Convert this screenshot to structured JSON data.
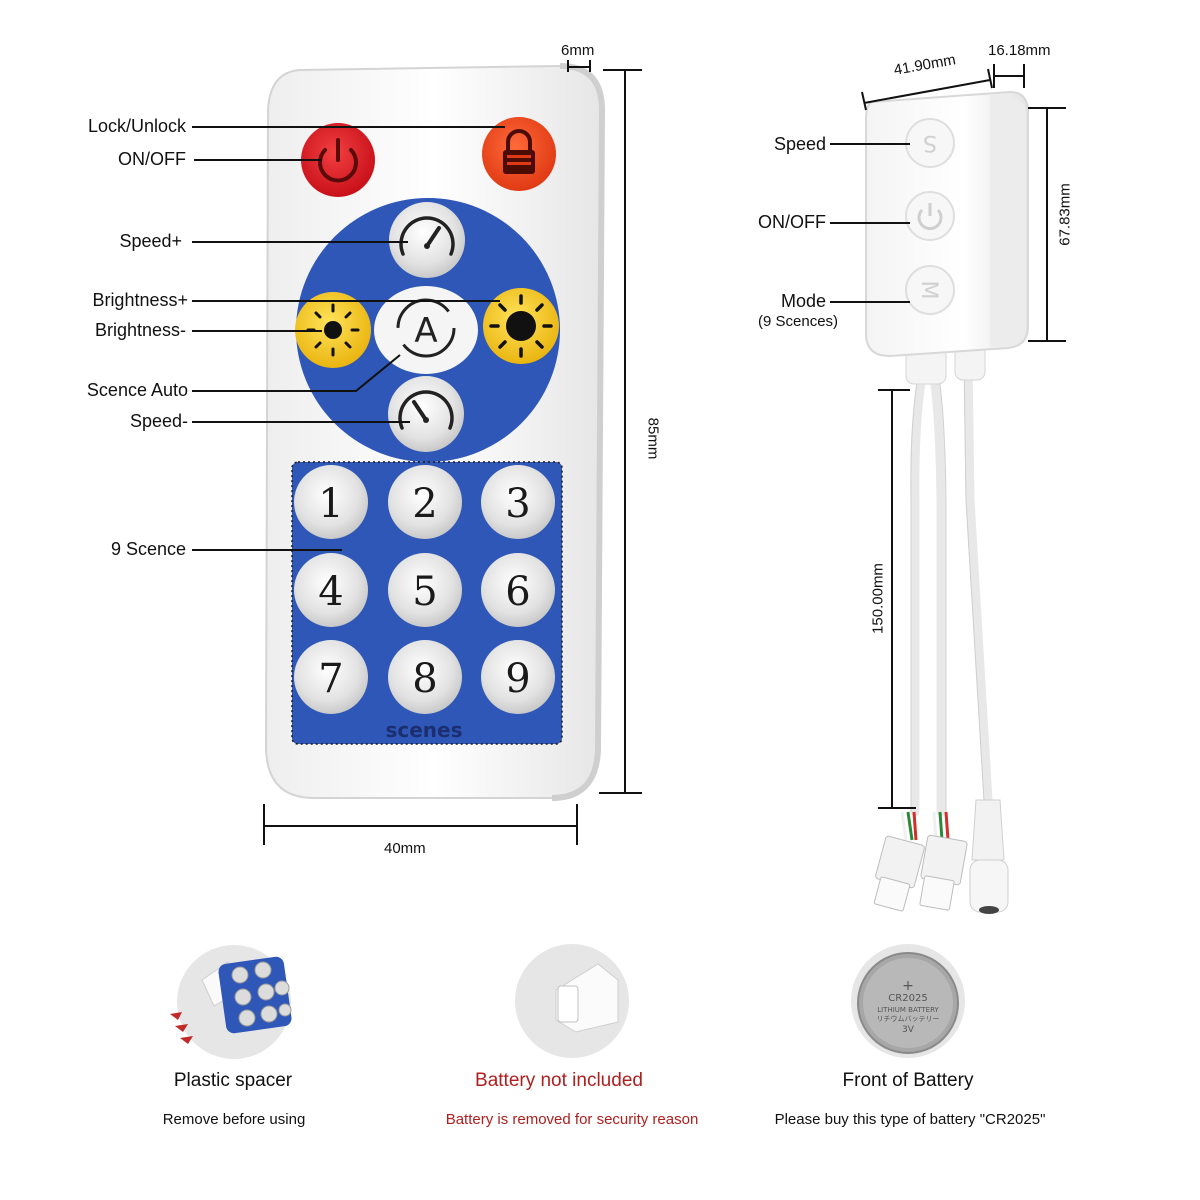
{
  "remote": {
    "labels": {
      "lock": "Lock/Unlock",
      "onoff": "ON/OFF",
      "speed_plus": "Speed+",
      "brightness_plus": "Brightness+",
      "brightness_minus": "Brightness-",
      "scene_auto": "Scence Auto",
      "speed_minus": "Speed-",
      "nine_scene": "9 Scence"
    },
    "keypad": [
      "1",
      "2",
      "3",
      "4",
      "5",
      "6",
      "7",
      "8",
      "9"
    ],
    "keypad_caption": "scenes",
    "auto_button_letter": "A",
    "dims": {
      "thickness": "6mm",
      "length": "85mm",
      "width": "40mm"
    },
    "colors": {
      "blue": "#2e57b8",
      "red": "#d8141c",
      "orange": "#e8421c",
      "yellow": "#f2c21a"
    }
  },
  "controller": {
    "labels": {
      "speed": "Speed",
      "onoff": "ON/OFF",
      "mode": "Mode",
      "mode_sub": "(9  Scences)"
    },
    "button_letters": {
      "speed": "S",
      "mode": "M"
    },
    "dims": {
      "width": "41.90mm",
      "depth": "16.18mm",
      "height": "67.83mm",
      "cable": "150.00mm"
    }
  },
  "bottom": {
    "spacer": {
      "title": "Plastic spacer",
      "sub": "Remove before using"
    },
    "battery_missing": {
      "title": "Battery not included",
      "sub": "Battery is removed for security reason",
      "color": "#b01e1e"
    },
    "battery_front": {
      "title": "Front of Battery",
      "sub": "Please buy this type of battery \"CR2025\""
    },
    "battery_text": {
      "model": "CR2025",
      "line1": "LITHIUM BATTERY",
      "line2": "リチウムバッテリー",
      "voltage": "3V",
      "plus": "+"
    }
  }
}
